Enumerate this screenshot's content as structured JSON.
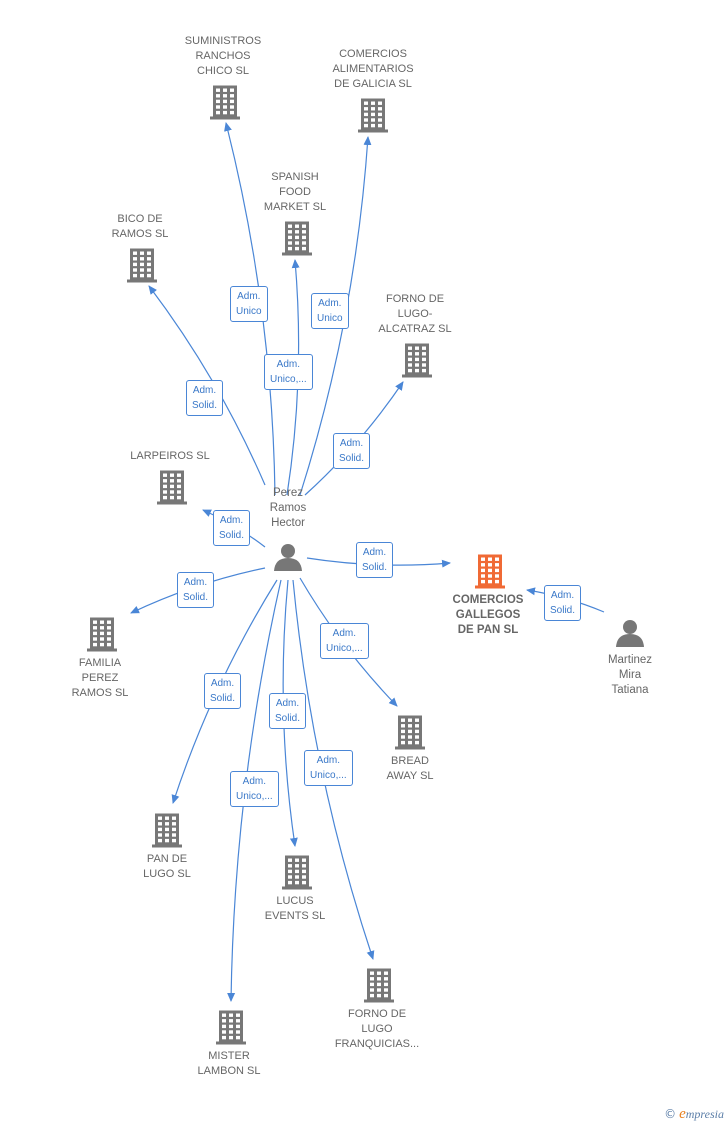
{
  "colors": {
    "edge": "#4a86d6",
    "building": "#777777",
    "highlight": "#f06a35",
    "person": "#777777"
  },
  "center": {
    "id": "perez",
    "label": "Perez\nRamos\nHector"
  },
  "nodes": [
    {
      "id": "perez",
      "type": "person",
      "label": "Perez\nRamos\nHector"
    },
    {
      "id": "martinez",
      "type": "person",
      "label": "Martinez\nMira\nTatiana"
    },
    {
      "id": "comercios_gallegos",
      "type": "company",
      "highlight": true,
      "label": "COMERCIOS\nGALLEGOS\nDE PAN  SL"
    },
    {
      "id": "suministros",
      "type": "company",
      "label": "SUMINISTROS\nRANCHOS\nCHICO  SL"
    },
    {
      "id": "comercios_alimentarios",
      "type": "company",
      "label": "COMERCIOS\nALIMENTARIOS\nDE GALICIA  SL"
    },
    {
      "id": "spanish_food",
      "type": "company",
      "label": "SPANISH\nFOOD\nMARKET  SL"
    },
    {
      "id": "bico",
      "type": "company",
      "label": "BICO DE\nRAMOS  SL"
    },
    {
      "id": "forno_alcatraz",
      "type": "company",
      "label": "FORNO DE\nLUGO-\nALCATRAZ  SL"
    },
    {
      "id": "larpeiros",
      "type": "company",
      "label": "LARPEIROS  SL"
    },
    {
      "id": "familia",
      "type": "company",
      "label": "FAMILIA\nPEREZ\nRAMOS  SL"
    },
    {
      "id": "bread",
      "type": "company",
      "label": "BREAD\nAWAY  SL"
    },
    {
      "id": "pan_lugo",
      "type": "company",
      "label": "PAN DE\nLUGO  SL"
    },
    {
      "id": "lucus",
      "type": "company",
      "label": "LUCUS\nEVENTS  SL"
    },
    {
      "id": "forno_franquicias",
      "type": "company",
      "label": "FORNO DE\nLUGO\nFRANQUICIAS..."
    },
    {
      "id": "mister",
      "type": "company",
      "label": "MISTER\nLAMBON  SL"
    }
  ],
  "edges": [
    {
      "from": "perez",
      "to": "suministros",
      "label": "Adm.\nUnico"
    },
    {
      "from": "perez",
      "to": "comercios_alimentarios",
      "label": "Adm.\nUnico"
    },
    {
      "from": "perez",
      "to": "spanish_food",
      "label": "Adm.\nUnico,..."
    },
    {
      "from": "perez",
      "to": "bico",
      "label": "Adm.\nSolid."
    },
    {
      "from": "perez",
      "to": "forno_alcatraz",
      "label": "Adm.\nSolid."
    },
    {
      "from": "perez",
      "to": "larpeiros",
      "label": "Adm.\nSolid."
    },
    {
      "from": "perez",
      "to": "comercios_gallegos",
      "label": "Adm.\nSolid."
    },
    {
      "from": "martinez",
      "to": "comercios_gallegos",
      "label": "Adm.\nSolid."
    },
    {
      "from": "perez",
      "to": "familia",
      "label": "Adm.\nSolid."
    },
    {
      "from": "perez",
      "to": "bread",
      "label": "Adm.\nUnico,..."
    },
    {
      "from": "perez",
      "to": "pan_lugo",
      "label": "Adm.\nSolid."
    },
    {
      "from": "perez",
      "to": "lucus",
      "label": "Adm.\nSolid."
    },
    {
      "from": "perez",
      "to": "forno_franquicias",
      "label": "Adm.\nUnico,..."
    },
    {
      "from": "perez",
      "to": "mister",
      "label": "Adm.\nUnico,..."
    }
  ],
  "footer": {
    "copyright": "©",
    "brand_initial": "e",
    "brand_rest": "mpresia"
  }
}
